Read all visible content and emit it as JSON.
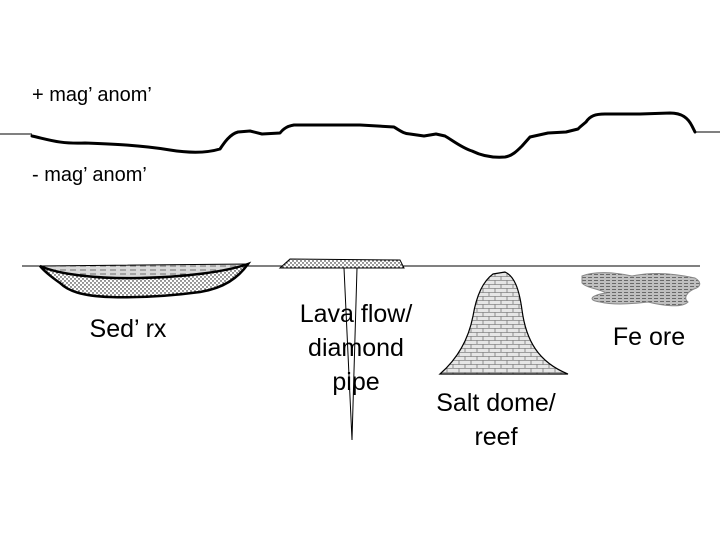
{
  "labels": {
    "positive_anomaly": "+ mag’ anom’",
    "negative_anomaly": "- mag’ anom’",
    "sedimentary": "Sed’ rx",
    "lava_line1": "Lava flow/",
    "lava_line2": "diamond",
    "lava_line3": "pipe",
    "salt_line1": "Salt dome/",
    "salt_line2": "reef",
    "iron_ore": "Fe ore"
  },
  "colors": {
    "ink": "#000000",
    "background": "#ffffff",
    "fill_light": "#d9d9d9",
    "fill_medium": "#bfbfbf"
  }
}
